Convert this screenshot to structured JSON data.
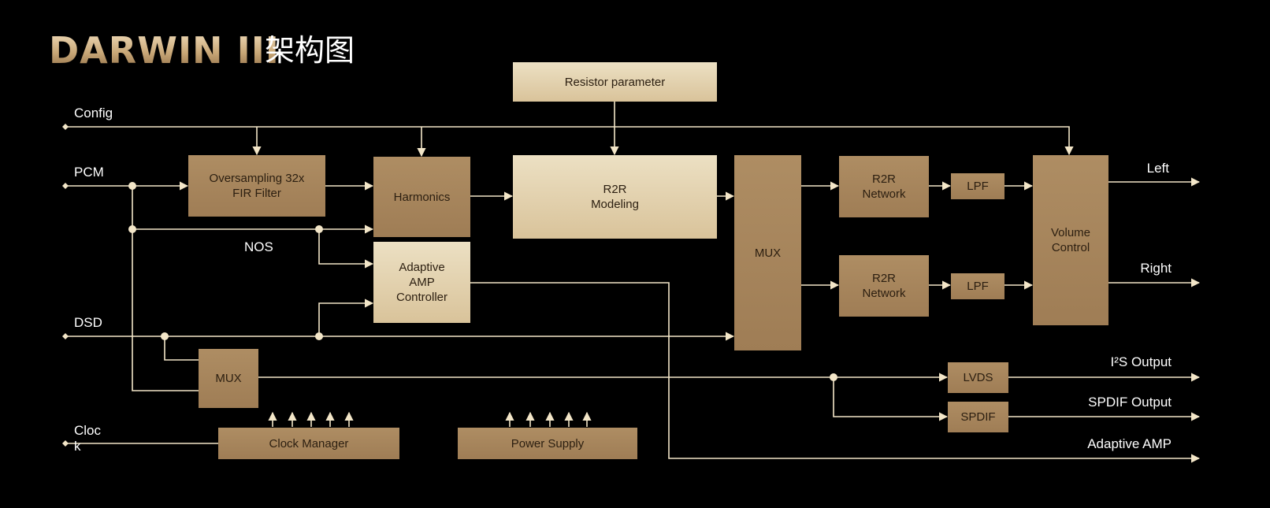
{
  "header": {
    "logo_text": "DARWIN III",
    "title": "架构图"
  },
  "blocks": {
    "resistor": "Resistor parameter",
    "oversampling": "Oversampling 32x\nFIR Filter",
    "harmonics": "Harmonics",
    "r2r_modeling": "R2R\nModeling",
    "adaptive_amp_controller": "Adaptive\nAMP\nController",
    "mux_main": "MUX",
    "r2r_network_top": "R2R\nNetwork",
    "r2r_network_bottom": "R2R\nNetwork",
    "lpf_top": "LPF",
    "lpf_bottom": "LPF",
    "volume_control": "Volume\nControl",
    "mux_small": "MUX",
    "lvds": "LVDS",
    "spdif": "SPDIF",
    "clock_manager": "Clock Manager",
    "power_supply": "Power Supply"
  },
  "inputs": {
    "config": "Config",
    "pcm": "PCM",
    "nos": "NOS",
    "dsd": "DSD",
    "clock": "Cloc\nk"
  },
  "outputs": {
    "left": "Left",
    "right": "Right",
    "i2s": "I²S Output",
    "spdif": "SPDIF Output",
    "adaptive_amp": "Adaptive AMP"
  },
  "colors": {
    "wire": "#f3e6c8",
    "block_dark": "#a4825a",
    "block_light": "#e6d7b5",
    "background": "#000000"
  }
}
